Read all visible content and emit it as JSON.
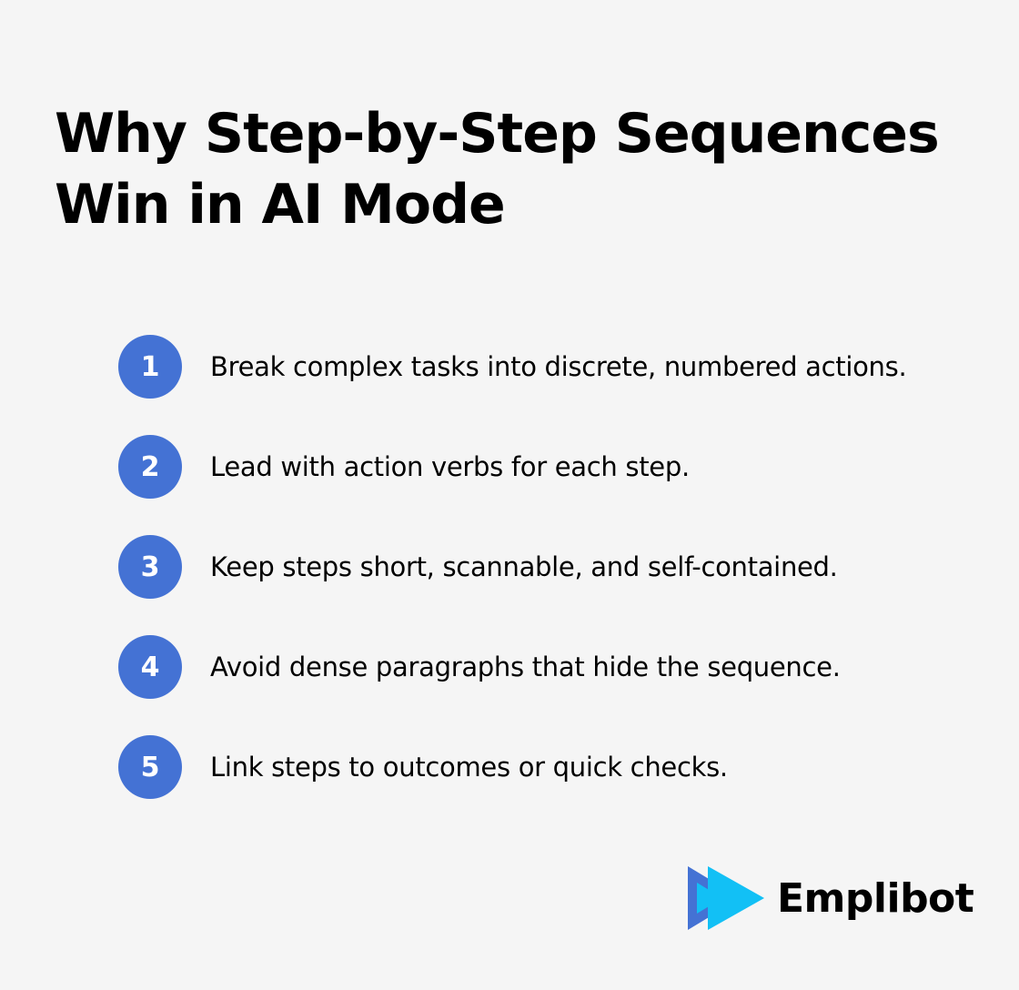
{
  "title": "Why Step-by-Step Sequences Win in AI Mode",
  "steps": [
    {
      "number": "1",
      "text": "Break complex tasks into discrete, numbered actions."
    },
    {
      "number": "2",
      "text": "Lead with action verbs for each step."
    },
    {
      "number": "3",
      "text": "Keep steps short, scannable, and self-contained."
    },
    {
      "number": "4",
      "text": "Avoid dense paragraphs that hide the sequence."
    },
    {
      "number": "5",
      "text": "Link steps to outcomes or quick checks."
    }
  ],
  "brand": {
    "name": "Emplibot",
    "icon": "double-play-arrow-icon",
    "colors": {
      "accent": "#4472d4",
      "light": "#12c0f5",
      "background": "#f5f5f5"
    }
  }
}
